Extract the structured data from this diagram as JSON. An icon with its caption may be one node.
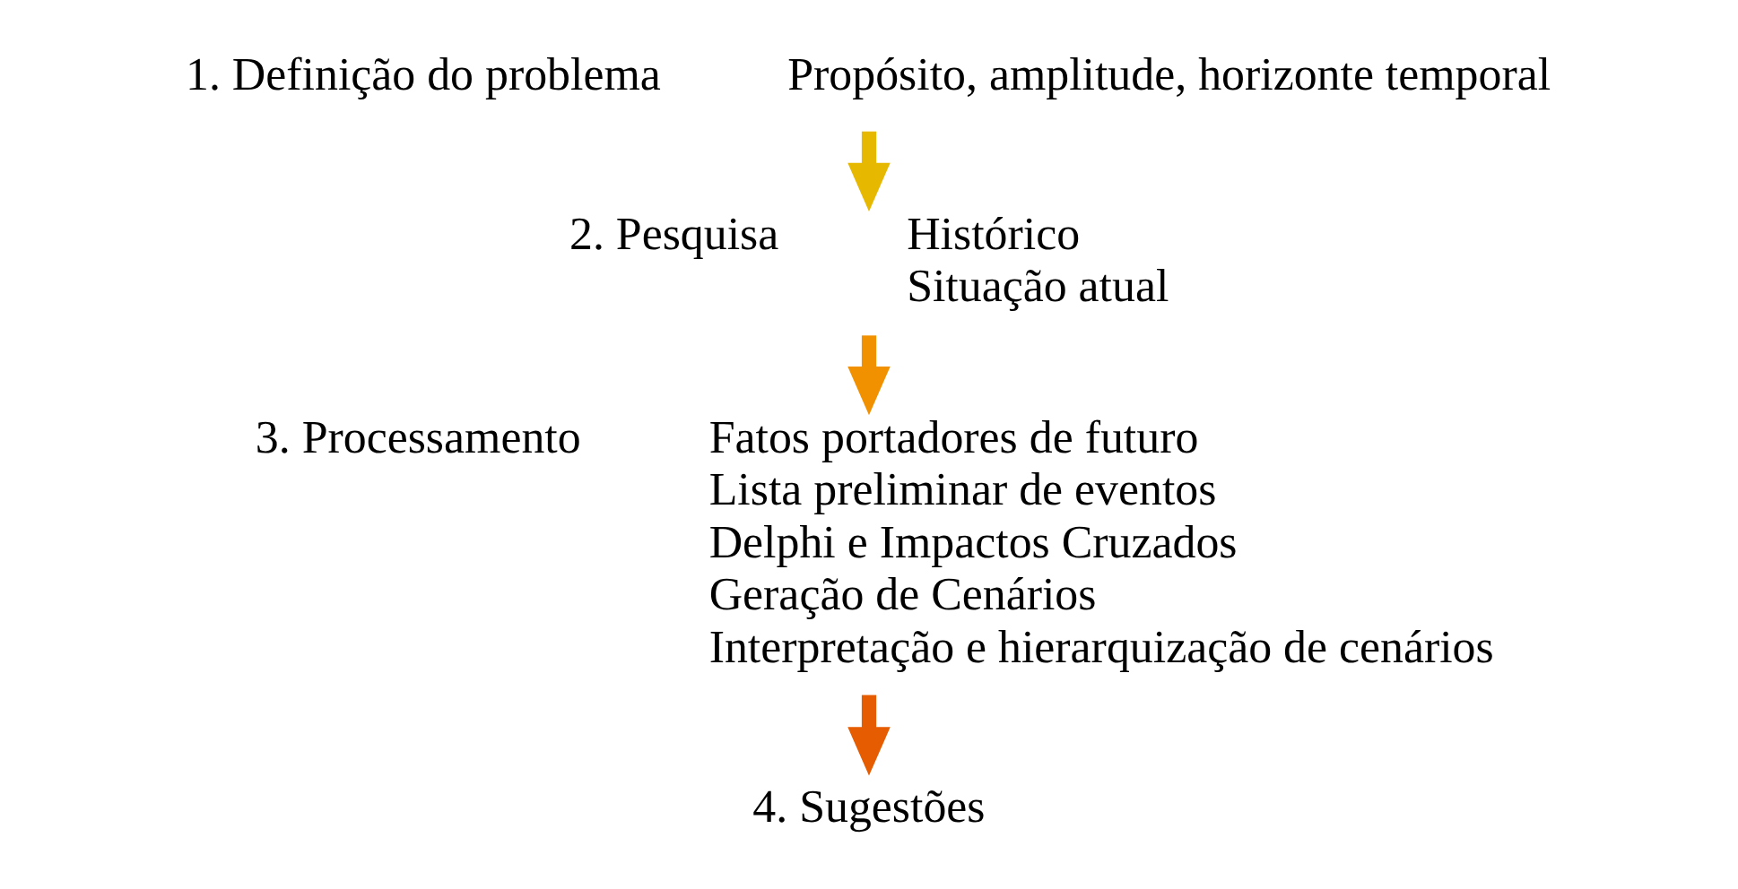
{
  "diagram": {
    "nodes": [
      {
        "text": [
          "1. Definição do problema"
        ],
        "beside": [
          "Propósito, amplitude, horizonte temporal"
        ]
      },
      {
        "text": [
          "2. Pesquisa"
        ],
        "beside": [
          "Histórico",
          "Situação atual"
        ]
      },
      {
        "text": [
          "3. Processamento"
        ],
        "beside": [
          "Fatos portadores de futuro",
          "Lista preliminar de eventos",
          "Delphi e Impactos Cruzados",
          "Geração de Cenários",
          "Interpretação e hierarquização de cenários"
        ]
      },
      {
        "text": [
          "4. Sugestões"
        ]
      }
    ],
    "edges": [
      {
        "from": 0,
        "to": 1,
        "arrow": "to",
        "color": "#e6b800"
      },
      {
        "from": 1,
        "to": 2,
        "arrow": "to",
        "color": "#f29100"
      },
      {
        "from": 2,
        "to": 3,
        "arrow": "to",
        "color": "#e65c00"
      }
    ]
  }
}
